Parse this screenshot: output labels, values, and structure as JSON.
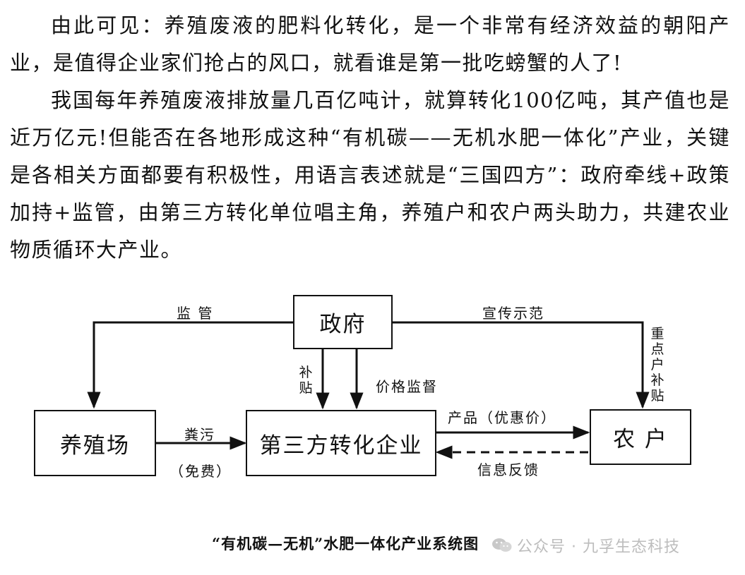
{
  "article": {
    "paragraphs": [
      "由此可见：养殖废液的肥料化转化，是一个非常有经济效益的朝阳产业，是值得企业家们抢占的风口，就看谁是第一批吃螃蟹的人了!",
      "我国每年养殖废液排放量几百亿吨计，就算转化100亿吨，其产值也是近万亿元!但能否在各地形成这种“有机碳——无机水肥一体化”产业，关键是各相关方面都要有积极性，用语言表述就是“三国四方”：政府牵线+政策加持+监管，由第三方转化单位唱主角，养殖户和农户两头助力，共建农业物质循环大产业。"
    ]
  },
  "diagram": {
    "nodes": {
      "government": "政府",
      "farm": "养殖场",
      "enterprise": "第三方转化企业",
      "farmer": "农 户"
    },
    "edges": {
      "supervise": "监  管",
      "promote": "宣传示范",
      "subsidy": "补贴",
      "price": "价格监督",
      "key_subsidy": "重点户补贴",
      "manure": "粪污",
      "free": "（免费）",
      "product": "产品（优惠价）",
      "feedback": "信息反馈"
    },
    "caption": "“有机碳—无机”水肥一体化产业系统图"
  },
  "watermark": {
    "icon": "wechat-icon",
    "text": "公众号 · 九孚生态科技"
  }
}
